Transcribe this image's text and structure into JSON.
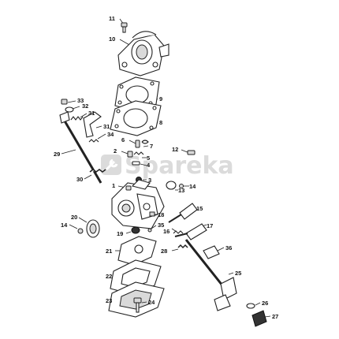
{
  "watermark": {
    "text": "Spareka",
    "color": "#cfcfcf",
    "icon": "wrench-logo-icon"
  },
  "callouts": [
    {
      "id": "p1",
      "label": "1"
    },
    {
      "id": "p2",
      "label": "2"
    },
    {
      "id": "p3",
      "label": "3"
    },
    {
      "id": "p4",
      "label": "4"
    },
    {
      "id": "p5",
      "label": "5"
    },
    {
      "id": "p6",
      "label": "6"
    },
    {
      "id": "p7",
      "label": "7"
    },
    {
      "id": "p8",
      "label": "8"
    },
    {
      "id": "p9",
      "label": "9"
    },
    {
      "id": "p10",
      "label": "10"
    },
    {
      "id": "p11",
      "label": "11"
    },
    {
      "id": "p12",
      "label": "12"
    },
    {
      "id": "p13",
      "label": "13"
    },
    {
      "id": "p14a",
      "label": "14"
    },
    {
      "id": "p14b",
      "label": "14"
    },
    {
      "id": "p15",
      "label": "15"
    },
    {
      "id": "p16",
      "label": "16"
    },
    {
      "id": "p17",
      "label": "17"
    },
    {
      "id": "p18",
      "label": "18"
    },
    {
      "id": "p19",
      "label": "19"
    },
    {
      "id": "p20",
      "label": "20"
    },
    {
      "id": "p21",
      "label": "21"
    },
    {
      "id": "p22",
      "label": "22"
    },
    {
      "id": "p23",
      "label": "23"
    },
    {
      "id": "p24",
      "label": "24"
    },
    {
      "id": "p25",
      "label": "25"
    },
    {
      "id": "p26",
      "label": "26"
    },
    {
      "id": "p27",
      "label": "27"
    },
    {
      "id": "p28",
      "label": "28"
    },
    {
      "id": "p29",
      "label": "29"
    },
    {
      "id": "p30",
      "label": "30"
    },
    {
      "id": "p31a",
      "label": "31"
    },
    {
      "id": "p31b",
      "label": "31"
    },
    {
      "id": "p32",
      "label": "32"
    },
    {
      "id": "p33",
      "label": "33"
    },
    {
      "id": "p34",
      "label": "34"
    },
    {
      "id": "p35",
      "label": "35"
    },
    {
      "id": "p36",
      "label": "36"
    }
  ]
}
